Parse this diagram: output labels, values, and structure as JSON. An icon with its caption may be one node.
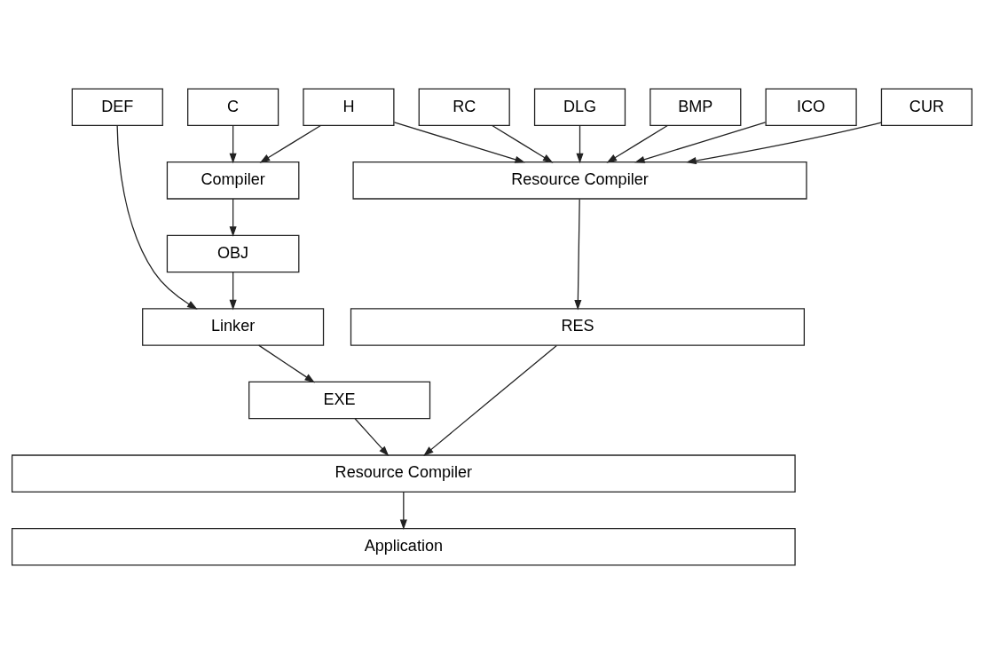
{
  "diagram": {
    "nodes": [
      {
        "text": [
          "DEF"
        ]
      },
      {
        "text": [
          "C"
        ]
      },
      {
        "text": [
          "H"
        ]
      },
      {
        "text": [
          "RC"
        ]
      },
      {
        "text": [
          "DLG"
        ]
      },
      {
        "text": [
          "BMP"
        ]
      },
      {
        "text": [
          "ICO"
        ]
      },
      {
        "text": [
          "CUR"
        ]
      },
      {
        "text": [
          "Compiler"
        ]
      },
      {
        "text": [
          "Resource Compiler"
        ]
      },
      {
        "text": [
          "OBJ"
        ]
      },
      {
        "text": [
          "RES"
        ]
      },
      {
        "text": [
          "Linker"
        ]
      },
      {
        "text": [
          "EXE"
        ]
      },
      {
        "text": [
          "Resource Compiler"
        ]
      },
      {
        "text": [
          "Application"
        ]
      }
    ],
    "edges": [
      {
        "from": 1,
        "to": 8,
        "arrow": "to"
      },
      {
        "from": 2,
        "to": 8,
        "arrow": "to"
      },
      {
        "from": 2,
        "to": 9,
        "arrow": "to"
      },
      {
        "from": 3,
        "to": 9,
        "arrow": "to"
      },
      {
        "from": 4,
        "to": 9,
        "arrow": "to"
      },
      {
        "from": 5,
        "to": 9,
        "arrow": "to"
      },
      {
        "from": 6,
        "to": 9,
        "arrow": "to"
      },
      {
        "from": 7,
        "to": 9,
        "arrow": "to"
      },
      {
        "from": 8,
        "to": 10,
        "arrow": "to"
      },
      {
        "from": 9,
        "to": 11,
        "arrow": "to"
      },
      {
        "from": 0,
        "to": 12,
        "arrow": "to"
      },
      {
        "from": 10,
        "to": 12,
        "arrow": "to"
      },
      {
        "from": 12,
        "to": 13,
        "arrow": "to"
      },
      {
        "from": 13,
        "to": 14,
        "arrow": "to"
      },
      {
        "from": 11,
        "to": 14,
        "arrow": "to"
      },
      {
        "from": 14,
        "to": 15,
        "arrow": "to"
      }
    ]
  }
}
